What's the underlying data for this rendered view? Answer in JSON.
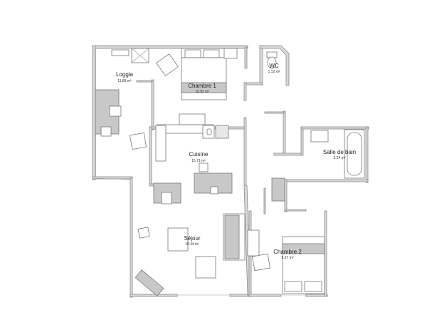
{
  "rooms": [
    {
      "name": "Loggia",
      "area": "11.89 m²"
    },
    {
      "name": "Chambre 1",
      "area": "10.92 m²"
    },
    {
      "name": "WC",
      "area": "1.12 m²"
    },
    {
      "name": "Cuisine",
      "area": "15.71 m²"
    },
    {
      "name": "Salle de bain",
      "area": "5.24 m²"
    },
    {
      "name": "Séjour",
      "area": "18.44 m²"
    },
    {
      "name": "Chambre 2",
      "area": "9.37 m²"
    }
  ],
  "colors": {
    "wall_fill": "#d9d9d9",
    "wall_stroke": "#8a8a8a",
    "furniture_fill": "#c8c8c8"
  }
}
